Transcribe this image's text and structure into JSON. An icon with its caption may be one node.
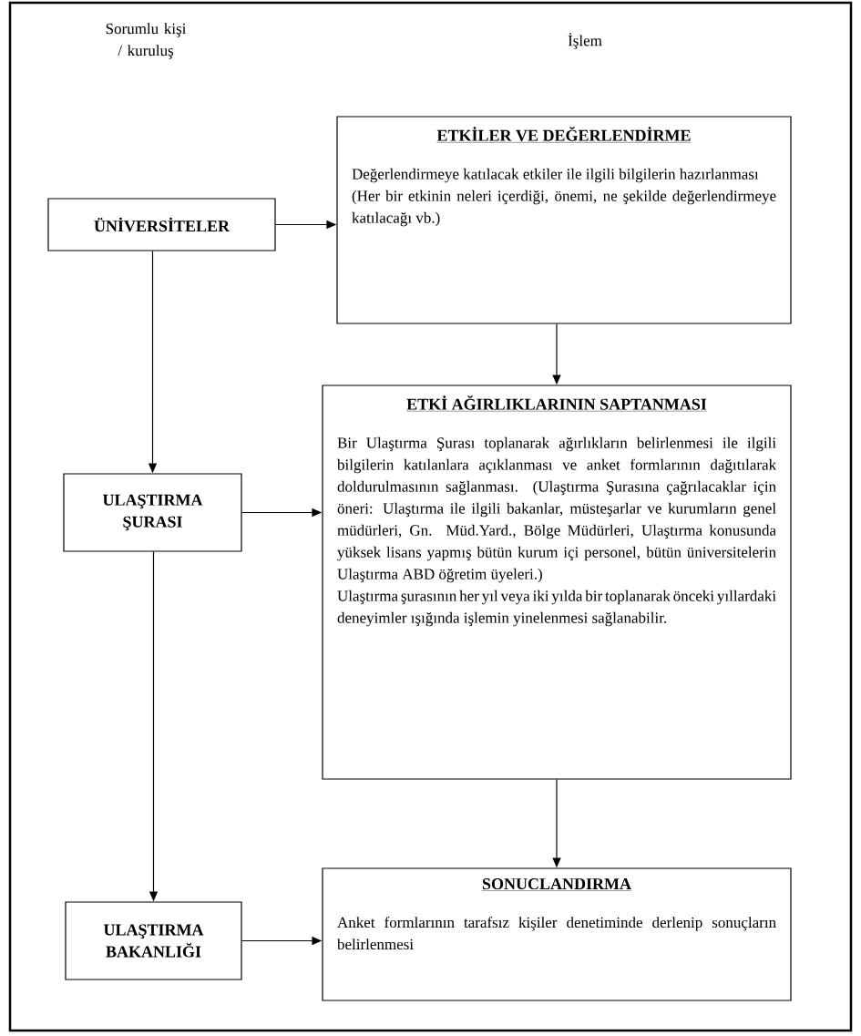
{
  "diagram": {
    "nodes": [
      {
        "text": [
          "ÜNİVERSİTELER"
        ]
      },
      {
        "text": [
          "ETKİLER VE DEĞERLENDİRME",
          "Değerlendirmeye katılacak etkiler ile ilgili bilgilerin hazırlanması",
          "(Her bir etkinin neleri içerdiği, önemi, ne şekilde değerlendirmeye katılacağı vb.)"
        ]
      },
      {
        "text": [
          "ULAŞTIRMA ŞURASI"
        ]
      },
      {
        "text": [
          "ETKİ AĞIRLIKLARININ SAPTANMASI",
          "Bir Ulaştırma Şurası toplanarak ağırlıkların belirlenmesi ile ilgili bilgilerin katılanlara açıklanması ve anket formlarının dağıtılarak doldurulmasının sağlanması. (Ulaştırma Şurasına çağrılacaklar için öneri: Ulaştırma ile ilgili bakanlar, müsteşarlar ve kurumların genel müdürleri, Gn. Müd.Yard., Bölge Müdürleri, Ulaştırma konusunda yüksek lisans yapmış bütün kurum içi personel, bütün üniversitelerin Ulaştırma ABD öğretim üyeleri.)",
          "Ulaştırma şurasının her yıl veya iki yılda bir toplanarak önceki yıllardaki deneyimler ışığında işlemin yinelenmesi sağlanabilir."
        ]
      },
      {
        "text": [
          "ULAŞTIRMA BAKANLIĞI"
        ]
      },
      {
        "text": [
          "SONUCLANDIRMA",
          "Anket formlarının tarafsız kişiler denetiminde derlenip sonuçların belirlenmesi"
        ]
      }
    ],
    "edges": [
      {
        "from": 0,
        "to": 1,
        "arrow": "to"
      },
      {
        "from": 0,
        "to": 2,
        "arrow": "to"
      },
      {
        "from": 1,
        "to": 3,
        "arrow": "to"
      },
      {
        "from": 2,
        "to": 3,
        "arrow": "to"
      },
      {
        "from": 2,
        "to": 4,
        "arrow": "to"
      },
      {
        "from": 3,
        "to": 5,
        "arrow": "to"
      },
      {
        "from": 4,
        "to": 5,
        "arrow": "to"
      }
    ],
    "labels": [
      "Sorumlu kişi / kuruluş",
      "İşlem"
    ]
  }
}
